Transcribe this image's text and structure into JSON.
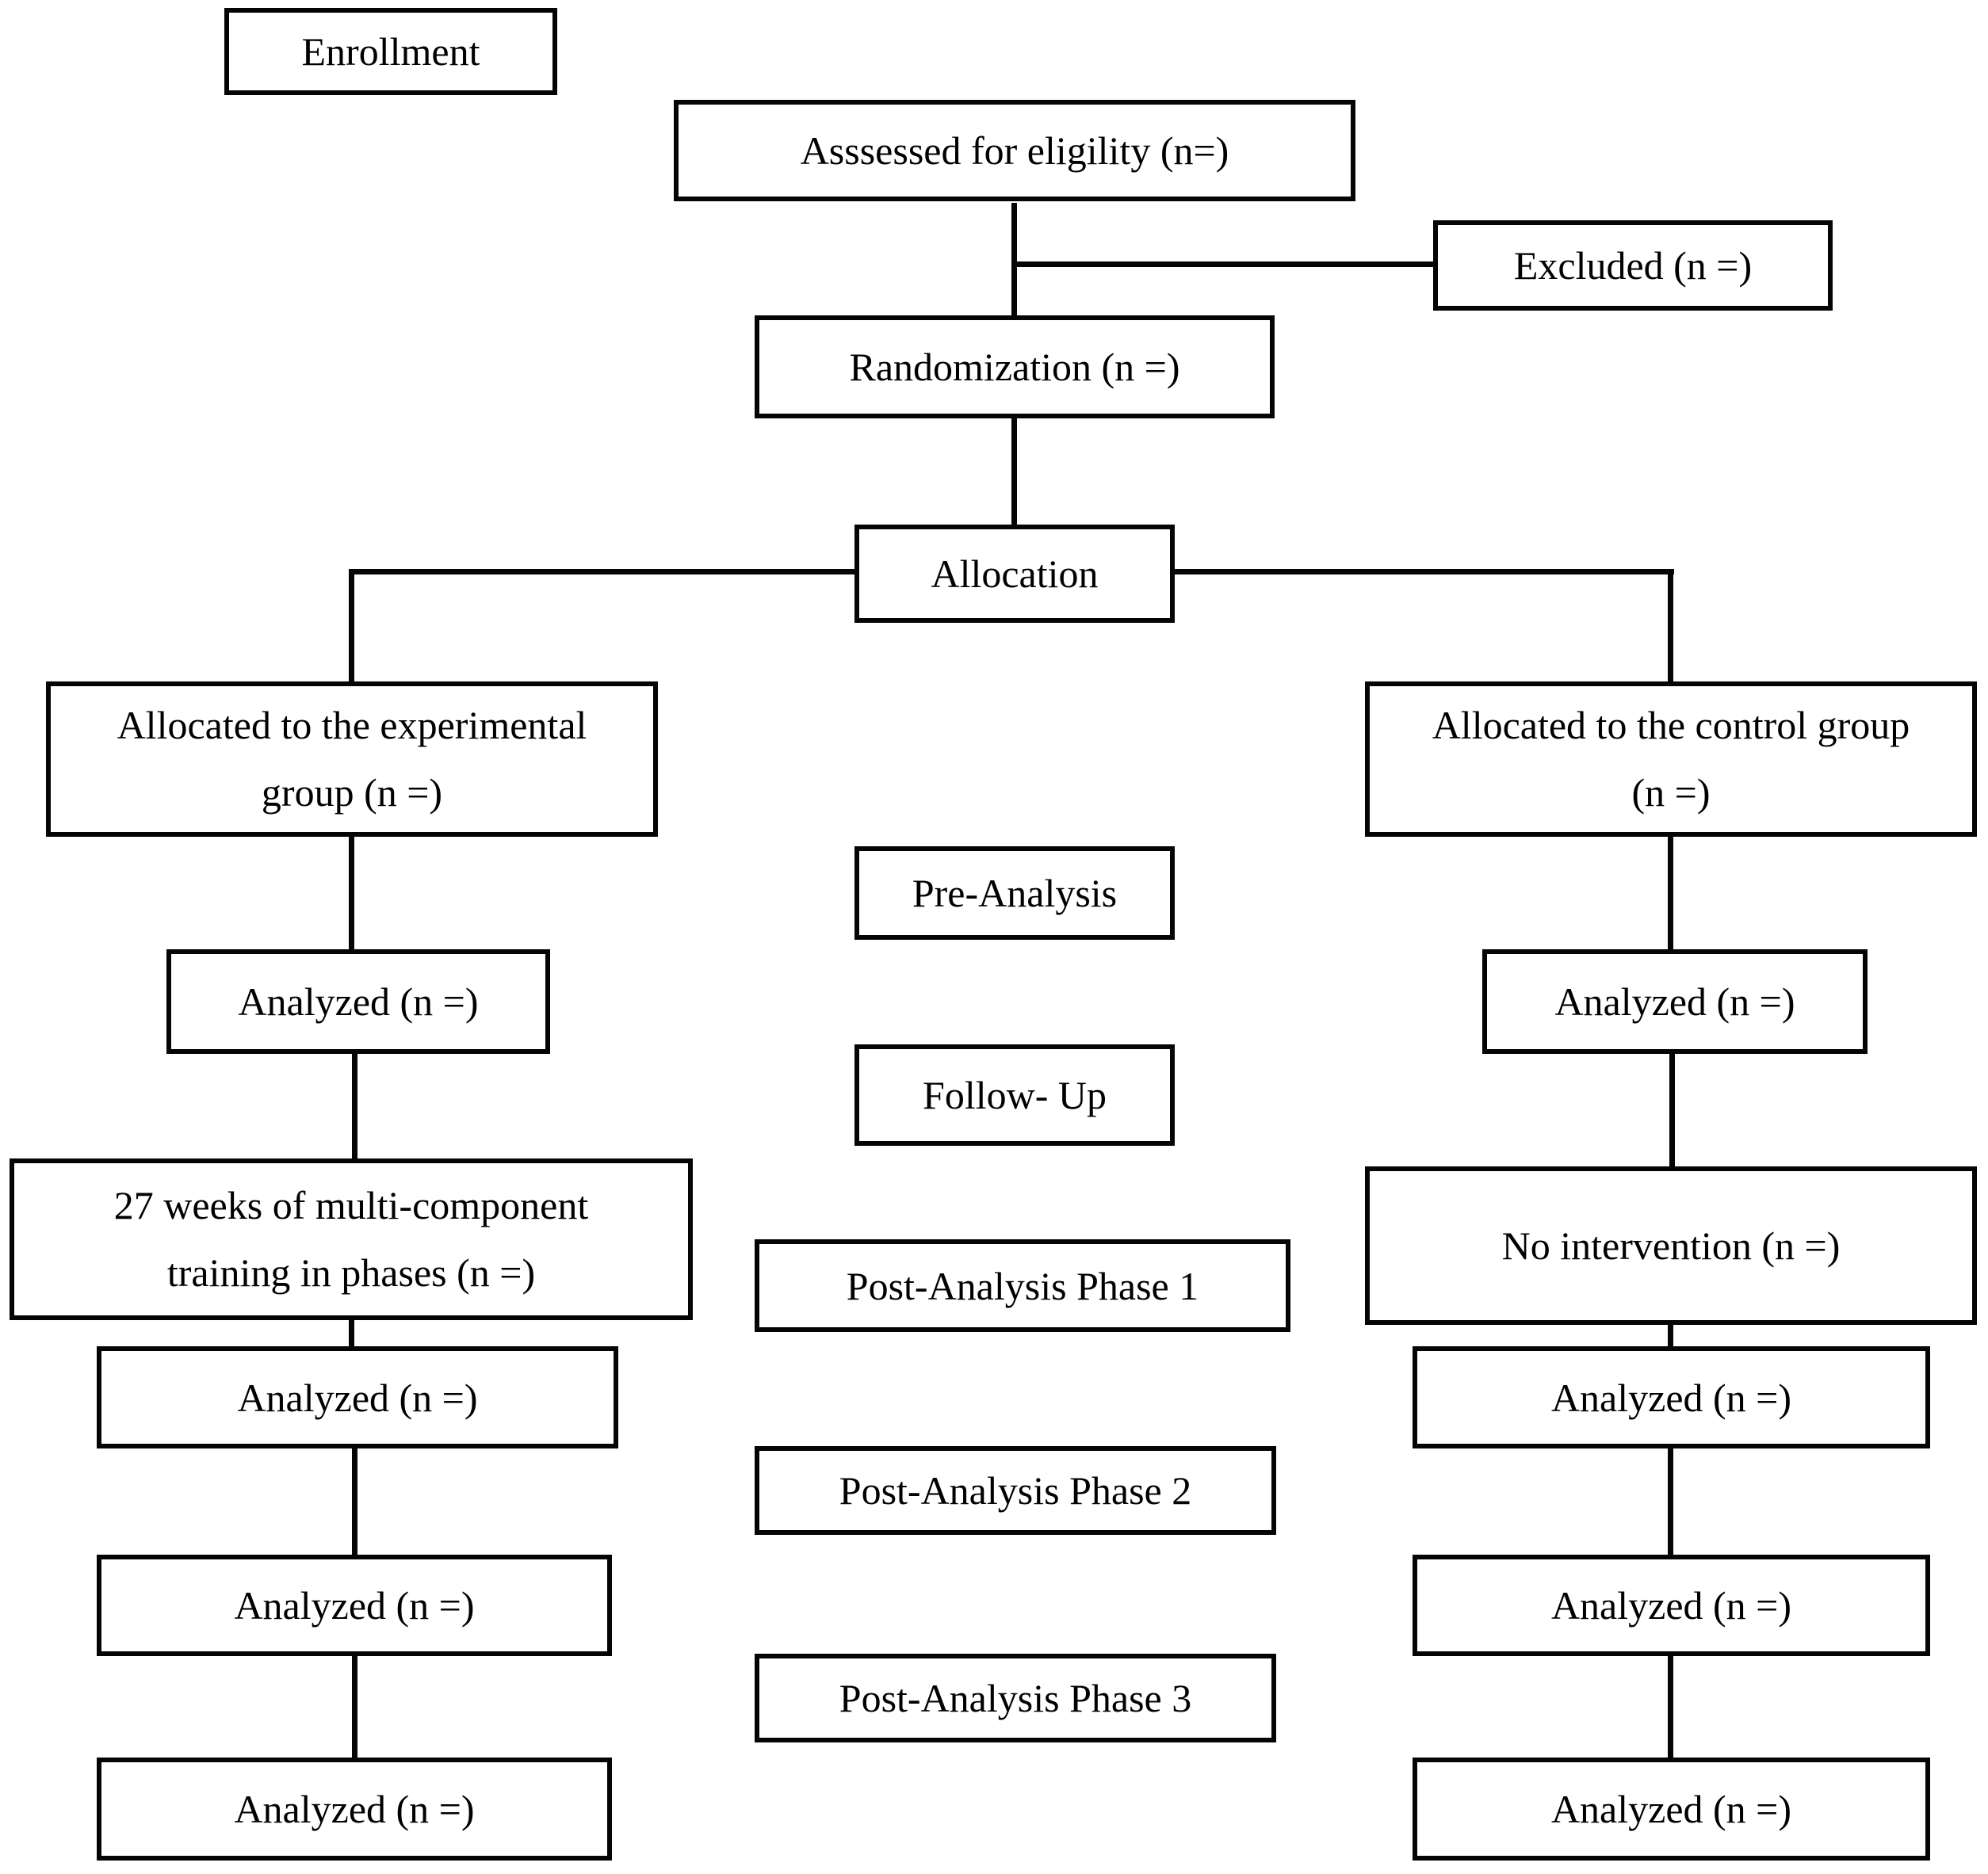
{
  "diagram": {
    "stage_labels": {
      "enrollment": "Enrollment",
      "allocation": "Allocation",
      "pre_analysis": "Pre-Analysis",
      "follow_up": "Follow- Up",
      "post_analysis_phase_1": "Post-Analysis Phase 1",
      "post_analysis_phase_2": "Post-Analysis Phase 2",
      "post_analysis_phase_3": "Post-Analysis Phase 3"
    },
    "nodes": {
      "assessed": "Asssessed for eligility (n=)",
      "excluded": "Excluded (n =)",
      "randomization": "Randomization (n =)"
    },
    "experimental": {
      "allocated": "Allocated to the experimental group (n =)",
      "analyzed_1": "Analyzed (n =)",
      "intervention": "27 weeks of multi-component training in phases (n =)",
      "analyzed_2": "Analyzed (n =)",
      "analyzed_3": "Analyzed (n =)",
      "analyzed_4": "Analyzed (n =)"
    },
    "control": {
      "allocated": "Allocated to the control group (n =)",
      "analyzed_1": "Analyzed (n =)",
      "intervention": "No intervention (n =)",
      "analyzed_2": "Analyzed (n =)",
      "analyzed_3": "Analyzed (n =)",
      "analyzed_4": "Analyzed (n =)"
    }
  }
}
